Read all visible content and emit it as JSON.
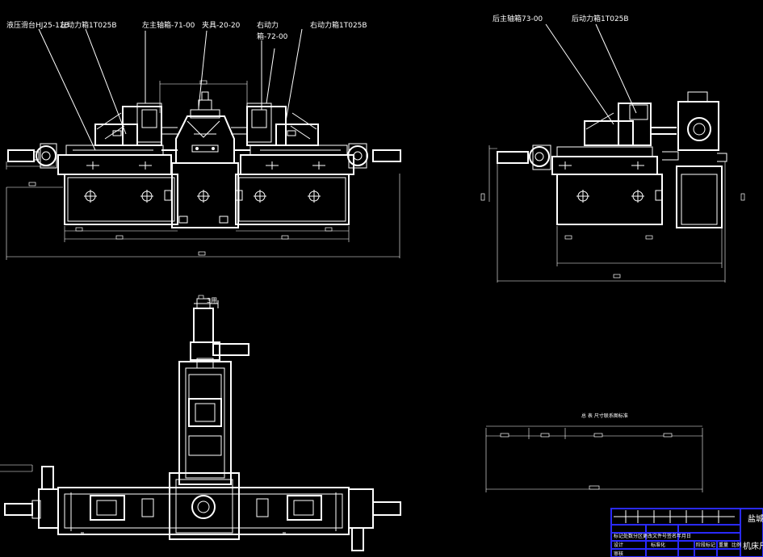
{
  "labels": {
    "hydraulic_slide": "液压滑台HJ25-11B",
    "left_power_head": "左动力箱1T025B",
    "left_spindle_box": "左主轴箱-71-00",
    "fixture": "夹具-20-20",
    "right_spindle_box_line1": "右动力",
    "right_spindle_box_line2": "箱-72-00",
    "right_power_head": "右动力箱1T025B",
    "rear_spindle_box": "后主轴箱73-00",
    "rear_power_head": "后动力箱1T025B",
    "top_dim": "3用",
    "section_title": "总  表  尺寸联系图标准",
    "tb_header": "盐城",
    "tb_subtitle": "机床尺",
    "tb_row1": "标记处数分区更改文件号签名年月日",
    "tb_row2_a": "设计",
    "tb_row2_b": "标准化",
    "tb_row3_a": "阶段标记",
    "tb_row3_b": "重量",
    "tb_row3_c": "比例",
    "tb_row4": "审核"
  }
}
